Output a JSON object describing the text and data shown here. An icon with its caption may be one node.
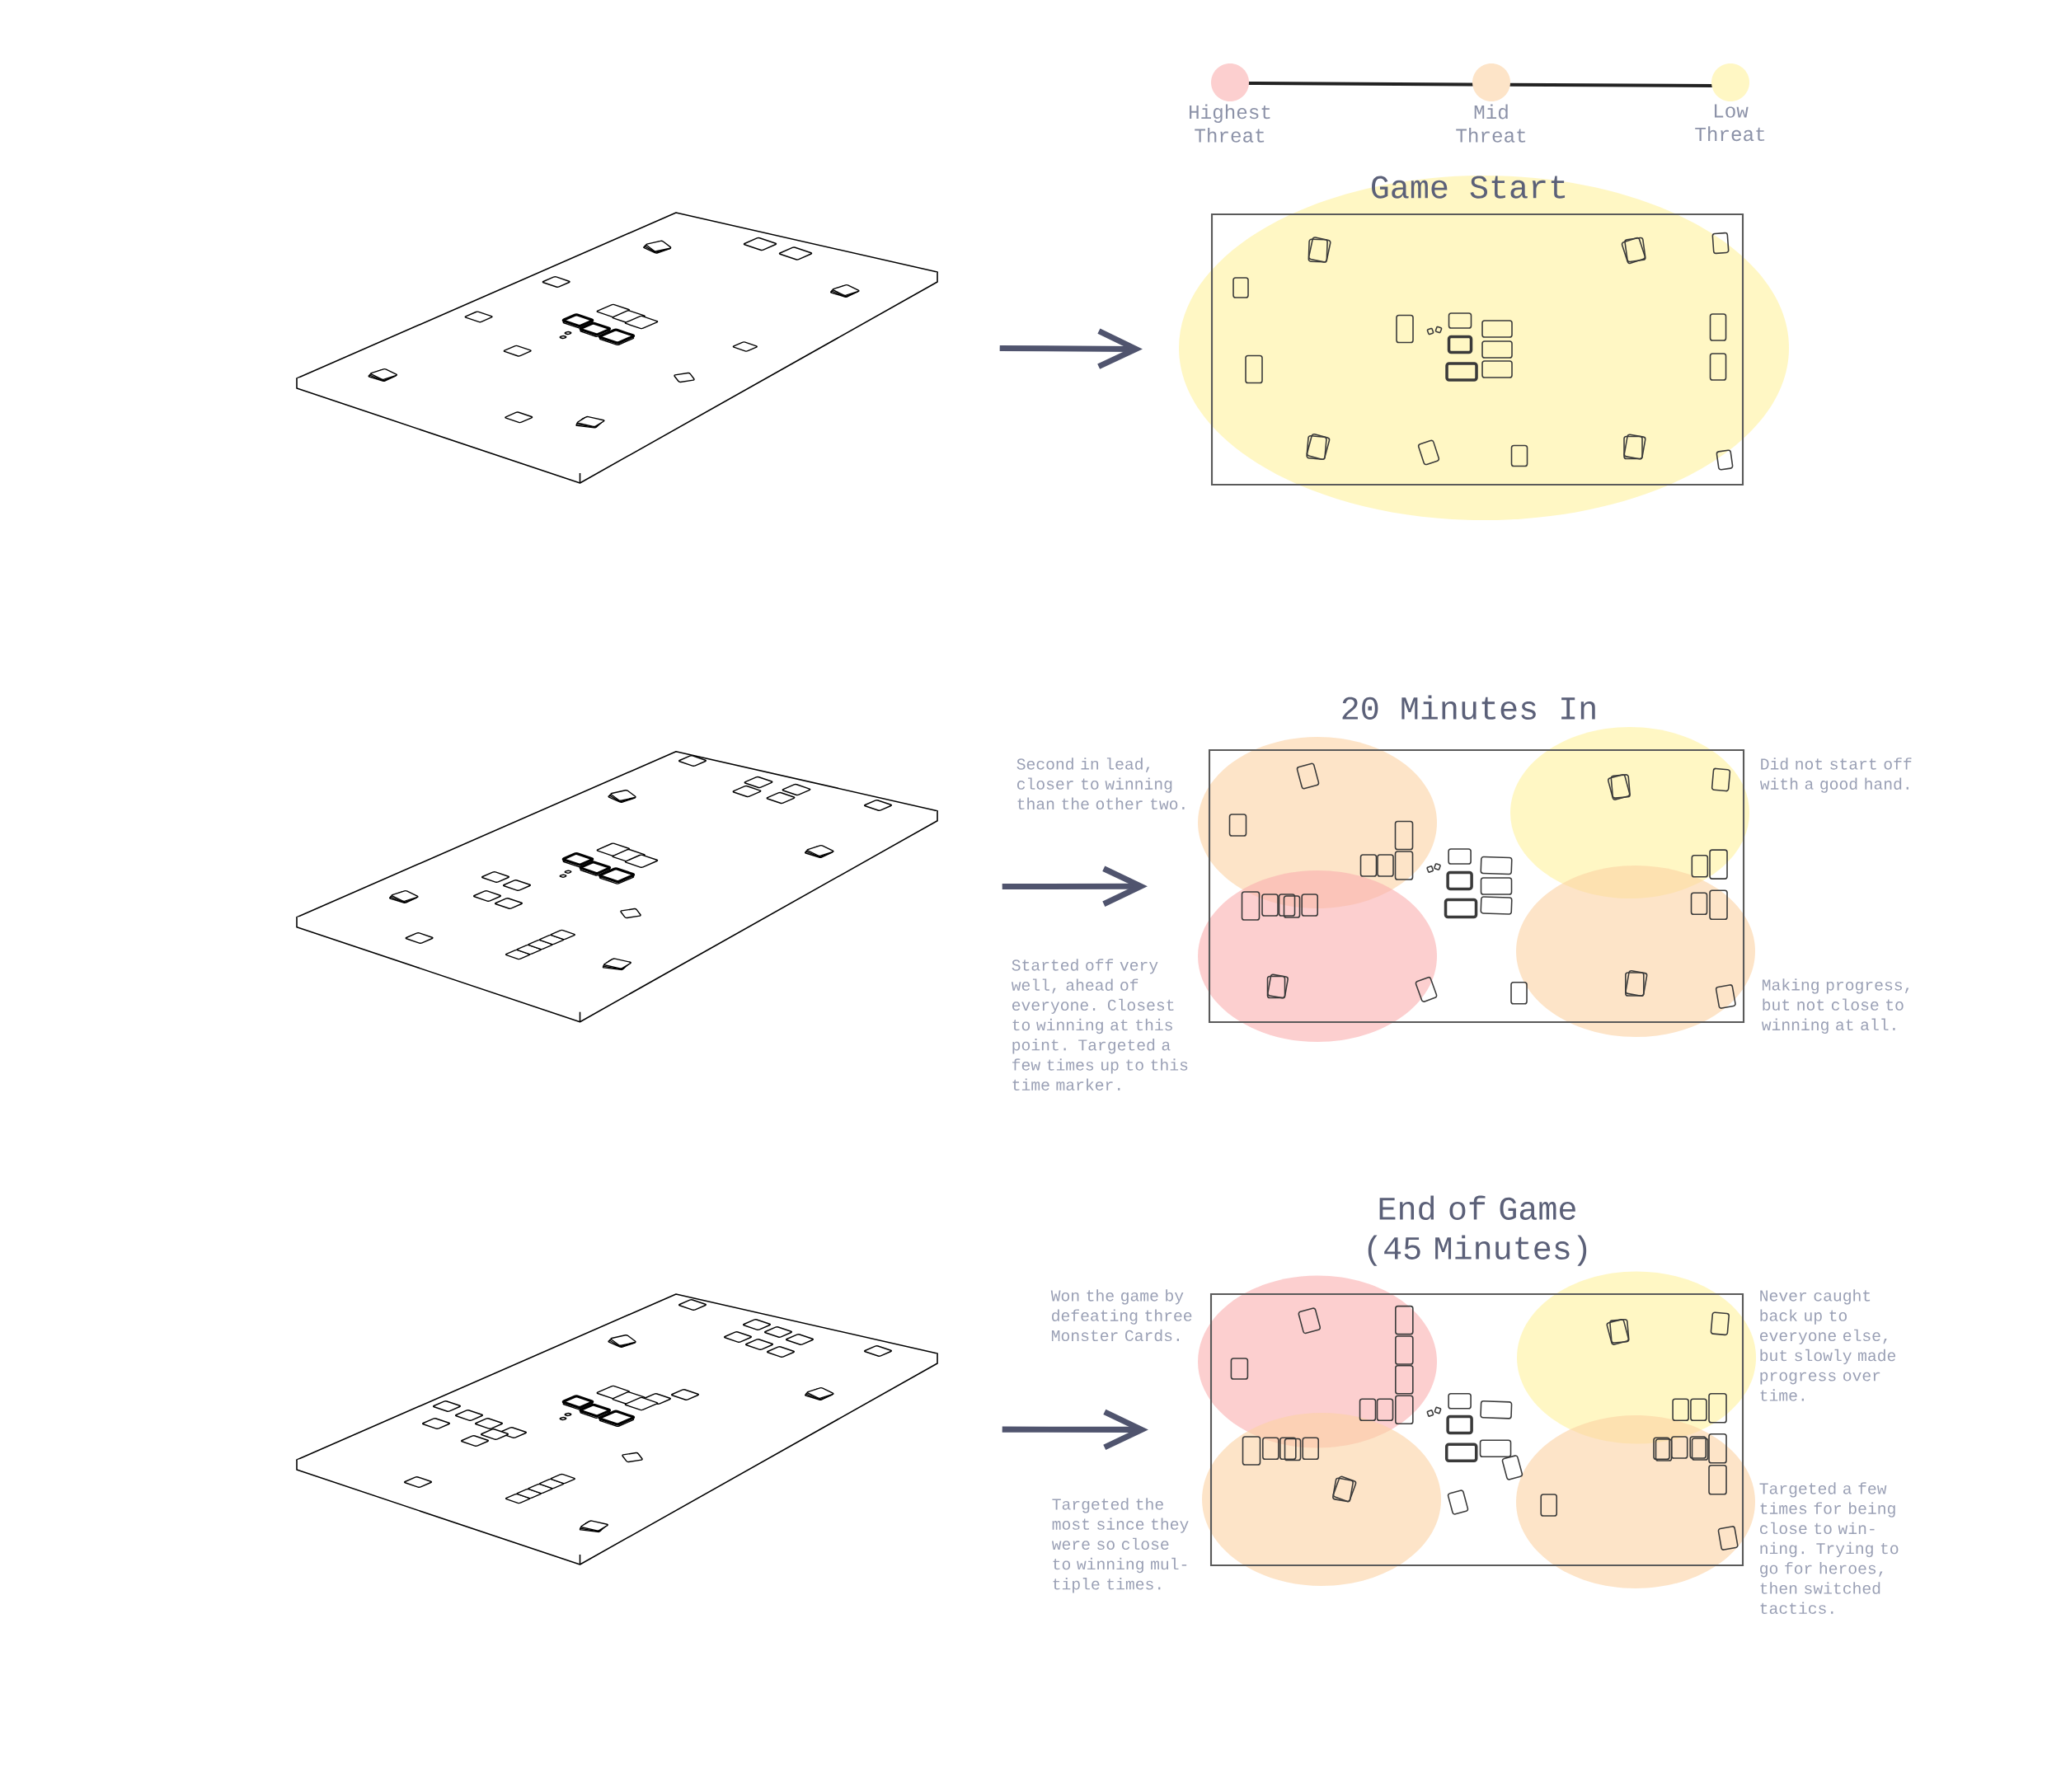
{
  "diagram": {
    "nodes": [
      {
        "text": [],
        "shape": "picture"
      },
      {
        "text": [
          "Game Start"
        ]
      },
      {
        "text": [],
        "shape": "picture"
      },
      {
        "text": [
          "20 Minutes In"
        ]
      },
      {
        "text": [],
        "shape": "picture"
      },
      {
        "text": [
          "End of Game (45 Minutes)"
        ]
      }
    ],
    "edges": [
      {
        "from": 0,
        "to": 1,
        "arrow": "to"
      },
      {
        "from": 2,
        "to": 3,
        "arrow": "to"
      },
      {
        "from": 4,
        "to": 5,
        "arrow": "to"
      }
    ],
    "labels": [
      "Second in lead, closer to winning than the other two.",
      "Did not start off with a good hand.",
      "Started off very well, ahead of everyone. Closest to winning at this point. Targeted a few times up to this time marker.",
      "Making progress, but not close to winning at all.",
      "Won the game by defeating three Monster Cards.",
      "Never caught back up to everyone else, but slowly made progress over time.",
      "Targeted the most since they were so close to winning mul- tiple times.",
      "Targeted a few times for being close to win- ning. Trying to go for heroes, then switched tactics."
    ],
    "legend": [
      {
        "text": "Highest Threat",
        "color": "#fccfcf"
      },
      {
        "text": "Mid Threat",
        "color": "#fde4c8"
      },
      {
        "text": "Low Threat",
        "color": "#fff7c4"
      }
    ]
  }
}
